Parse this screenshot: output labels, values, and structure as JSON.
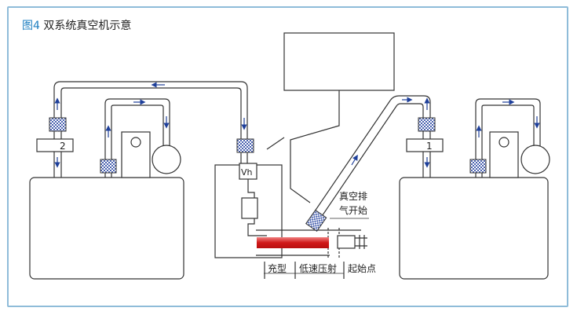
{
  "title_prefix": "图4",
  "title_text": " 双系统真空机示意",
  "labels": {
    "valve_left": "2",
    "valve_right": "1",
    "vh": "Vh",
    "vent_start_line1": "真空排",
    "vent_start_line2": "气开始",
    "phase_fill": "充型",
    "phase_low_speed": "低速压射",
    "phase_start": "起始点"
  },
  "colors": {
    "frame": "#8fbcd9",
    "title_accent": "#1e7fc0",
    "line": "#333333",
    "shot_red": "#d01818",
    "filter_fill": "#6f86c8"
  }
}
